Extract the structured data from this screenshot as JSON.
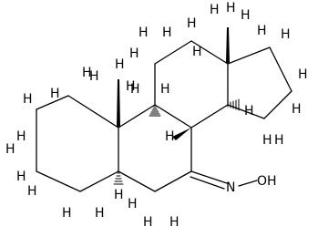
{
  "atoms": {
    "h_symbol": "H",
    "oh_symbol": "OH",
    "n_symbol": "N"
  }
}
